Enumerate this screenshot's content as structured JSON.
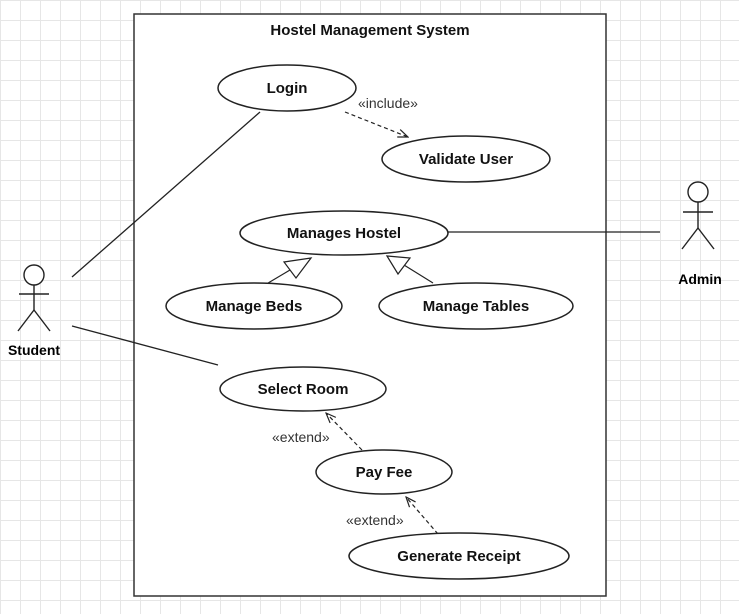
{
  "system": {
    "title": "Hostel Management System"
  },
  "actors": {
    "student": "Student",
    "admin": "Admin"
  },
  "use_cases": {
    "login": "Login",
    "validate_user": "Validate User",
    "manages_hostel": "Manages Hostel",
    "manage_beds": "Manage Beds",
    "manage_tables": "Manage Tables",
    "select_room": "Select Room",
    "pay_fee": "Pay Fee",
    "generate_receipt": "Generate Receipt"
  },
  "relations": {
    "include_label": "«include»",
    "extend_label_1": "«extend»",
    "extend_label_2": "«extend»"
  },
  "colors": {
    "line": "#222222",
    "grid": "#e6e6e6",
    "fill": "#ffffff"
  }
}
